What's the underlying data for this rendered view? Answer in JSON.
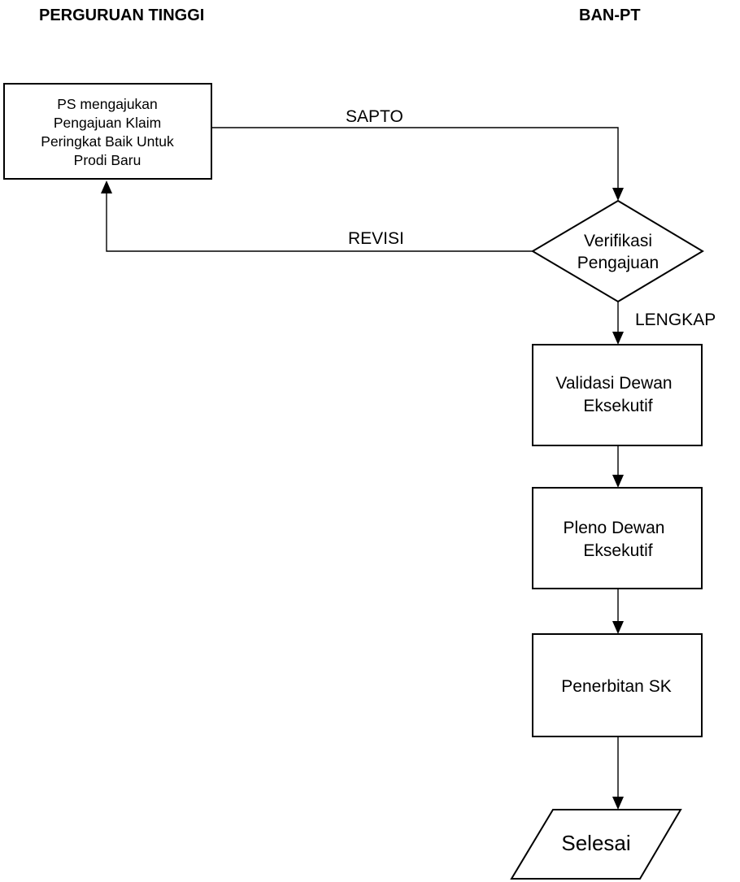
{
  "headers": {
    "left": "PERGURUAN TINGGI",
    "right": "BAN-PT"
  },
  "start_box": {
    "lines": [
      "PS mengajukan",
      "Pengajuan Klaim",
      "Peringkat Baik Untuk",
      "Prodi Baru"
    ]
  },
  "edges": {
    "sapto": "SAPTO",
    "revisi": "REVISI",
    "lengkap": "LENGKAP"
  },
  "decision": {
    "lines": [
      "Verifikasi",
      "Pengajuan"
    ]
  },
  "validasi": {
    "lines": [
      "Validasi Dewan",
      "Eksekutif"
    ]
  },
  "pleno": {
    "lines": [
      "Pleno Dewan",
      "Eksekutif"
    ]
  },
  "penerbitan": {
    "label": "Penerbitan SK"
  },
  "end": {
    "label": "Selesai"
  }
}
